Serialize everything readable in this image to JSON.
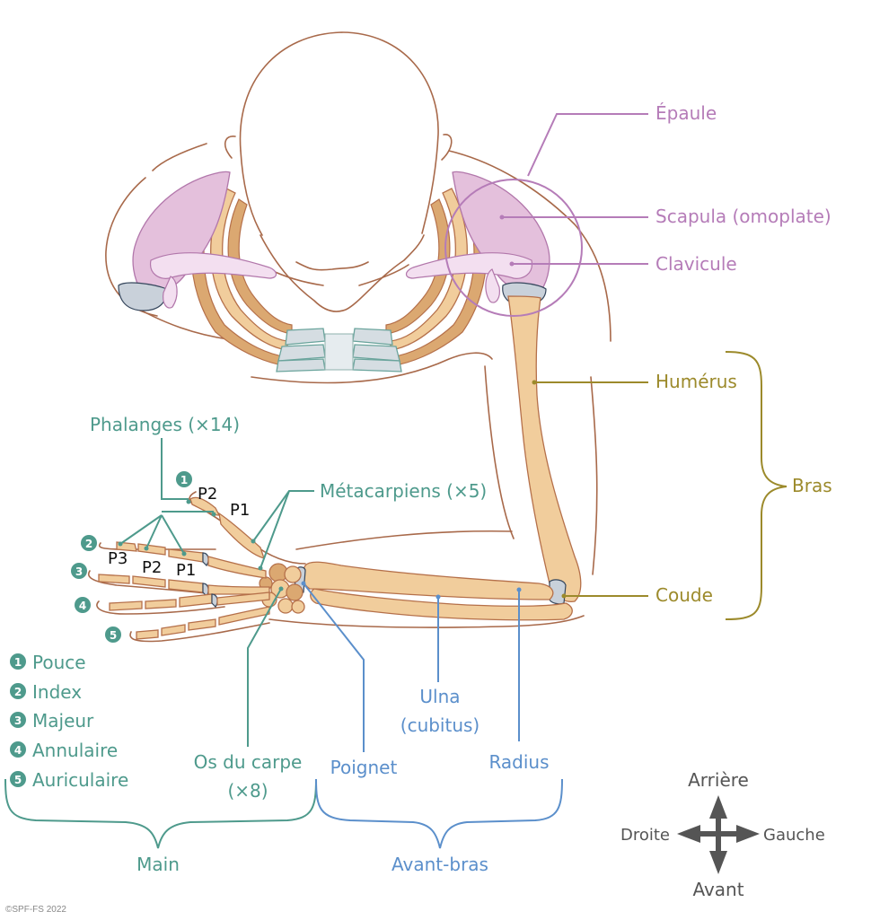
{
  "labels": {
    "shoulder": {
      "epaule": "Épaule",
      "scapula": "Scapula (omoplate)",
      "clavicule": "Clavicule"
    },
    "arm": {
      "humerus": "Humérus",
      "coude": "Coude",
      "bras": "Bras"
    },
    "hand": {
      "phalanges": "Phalanges (×14)",
      "metacarpiens": "Métacarpiens (×5)",
      "os_du_carpe_line1": "Os du carpe",
      "os_du_carpe_line2": "(×8)",
      "main": "Main",
      "phalanx_marks": {
        "thumb_p2": "P2",
        "thumb_p1": "P1",
        "finger_p3": "P3",
        "finger_p2": "P2",
        "finger_p1": "P1"
      }
    },
    "forearm": {
      "ulna_line1": "Ulna",
      "ulna_line2": "(cubitus)",
      "radius": "Radius",
      "poignet": "Poignet",
      "avant_bras": "Avant-bras"
    }
  },
  "fingers_legend": [
    {
      "num": "1",
      "name": "Pouce"
    },
    {
      "num": "2",
      "name": "Index"
    },
    {
      "num": "3",
      "name": "Majeur"
    },
    {
      "num": "4",
      "name": "Annulaire"
    },
    {
      "num": "5",
      "name": "Auriculaire"
    }
  ],
  "compass": {
    "up": "Arrière",
    "down": "Avant",
    "left": "Droite",
    "right": "Gauche",
    "icon": "four-way-arrow-icon"
  },
  "copyright": "©SPF-FS 2022",
  "colors": {
    "shoulder_group": "#b57cb8",
    "arm_group": "#9c8a2b",
    "hand_group": "#4e9a8c",
    "forearm_group": "#5b8fcb",
    "bone": "#f1cd9c",
    "body_outline": "#a8694a"
  }
}
